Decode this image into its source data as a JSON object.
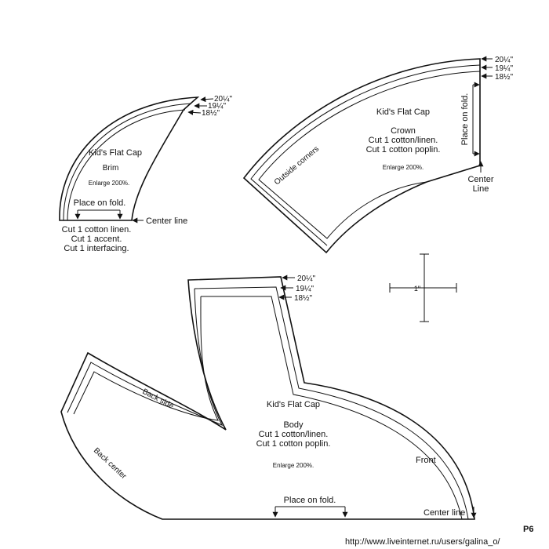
{
  "sizes": [
    "20¼\"",
    "19¼\"",
    "18½\""
  ],
  "brim": {
    "title": "Kid's Flat Cap",
    "name": "Brim",
    "enlarge": "Enlarge 200%.",
    "fold": "Place on fold.",
    "center": "Center line",
    "cut": [
      "Cut 1 cotton linen.",
      "Cut 1 accent.",
      "Cut 1 interfacing."
    ]
  },
  "crown": {
    "title": "Kid's Flat Cap",
    "name": "Crown",
    "cut": [
      "Cut 1 cotton/linen.",
      "Cut 1 cotton poplin."
    ],
    "enlarge": "Enlarge 200%.",
    "outside": "Outside corners",
    "fold": "Place on fold.",
    "center": [
      "Center",
      "Line"
    ]
  },
  "scale": {
    "label": "1\""
  },
  "body": {
    "title": "Kid's Flat Cap",
    "name": "Body",
    "cut": [
      "Cut 1 cotton/linen.",
      "Cut 1 cotton poplin."
    ],
    "enlarge": "Enlarge 200%.",
    "back_side": "Back side",
    "back_center": "Back center",
    "front": "Front",
    "fold": "Place on fold.",
    "center": "Center line"
  },
  "page_label": "P6",
  "url": "http://www.liveinternet.ru/users/galina_o/"
}
